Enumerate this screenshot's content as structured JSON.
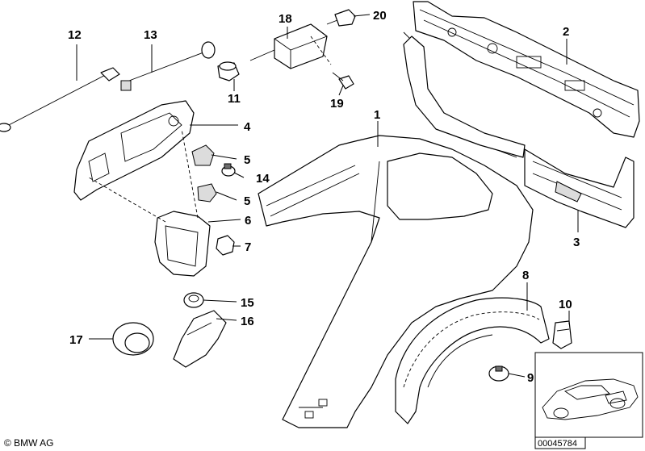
{
  "callouts": [
    {
      "id": "c1",
      "label": "1"
    },
    {
      "id": "c2",
      "label": "2"
    },
    {
      "id": "c3",
      "label": "3"
    },
    {
      "id": "c4",
      "label": "4"
    },
    {
      "id": "c5a",
      "label": "5"
    },
    {
      "id": "c5b",
      "label": "5"
    },
    {
      "id": "c6",
      "label": "6"
    },
    {
      "id": "c7",
      "label": "7"
    },
    {
      "id": "c8",
      "label": "8"
    },
    {
      "id": "c9",
      "label": "9"
    },
    {
      "id": "c10",
      "label": "10"
    },
    {
      "id": "c11",
      "label": "11"
    },
    {
      "id": "c12",
      "label": "12"
    },
    {
      "id": "c13",
      "label": "13"
    },
    {
      "id": "c14",
      "label": "14"
    },
    {
      "id": "c15",
      "label": "15"
    },
    {
      "id": "c16",
      "label": "16"
    },
    {
      "id": "c17",
      "label": "17"
    },
    {
      "id": "c18",
      "label": "18"
    },
    {
      "id": "c19",
      "label": "19"
    },
    {
      "id": "c20",
      "label": "20"
    }
  ],
  "footer": {
    "copyright": "© BMW AG",
    "drawing_number": "00045784"
  },
  "icons": {
    "thumbnail": "car-side-view-icon"
  }
}
